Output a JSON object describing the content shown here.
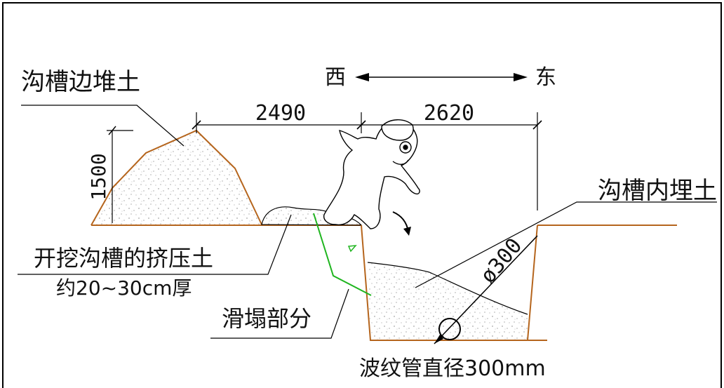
{
  "labels": {
    "trench_side_spoil": "沟槽边堆土",
    "trench_backfill": "沟槽内埋土",
    "excavation_squeezed_soil": "开挖沟槽的挤压土",
    "squeezed_thickness": "约20~30cm厚",
    "slide_part": "滑塌部分",
    "corrugated_pipe": "波纹管直径300mm"
  },
  "directions": {
    "west": "西",
    "east": "东"
  },
  "dimensions": {
    "spoil_height": "1500",
    "west_span": "2490",
    "east_span": "2620",
    "pipe_diameter": "ø300"
  },
  "colors": {
    "outline": "#000000",
    "soil_edge": "#b5651d",
    "slide_line": "#1fb51f",
    "speckle": "#7a7a7a"
  }
}
